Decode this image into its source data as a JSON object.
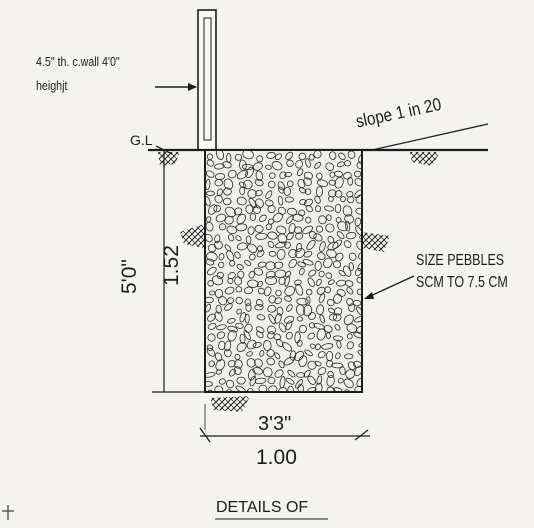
{
  "drawing": {
    "wall_note_line1": "4.5\" th. c.wall 4'0\"",
    "wall_note_line2": "heighjt",
    "ground_level": "G.L",
    "slope_note": "slope 1 in 20",
    "depth_imperial": "5'0\"",
    "depth_metric": "1.52",
    "pebbles_line1": "SIZE PEBBLES",
    "pebbles_line2": "SCM TO 7.5 CM",
    "width_imperial": "3'3\"",
    "width_metric": "1.00",
    "caption": "DETAILS OF",
    "colors": {
      "ink": "#1d1d1d",
      "paper": "#f4f3f0"
    }
  }
}
